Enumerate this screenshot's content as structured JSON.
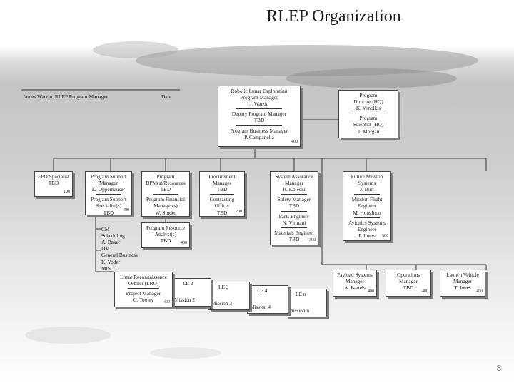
{
  "title": "RLEP Organization",
  "signature": {
    "name_label": "James Watzin, RLEP Program Manager",
    "date_label": "Date"
  },
  "top": {
    "lines": [
      "Robotic Lunar Exploration",
      "Program Manager",
      "J. Watzin"
    ],
    "deputy": [
      "Deputy Program Manager",
      "TBD"
    ],
    "business": [
      "Program Business Manager",
      "P. Campanella"
    ],
    "code": "400"
  },
  "hq": {
    "director": [
      "Program",
      "Director (HQ)",
      "K. Venolkis"
    ],
    "scientist": [
      "Program",
      "Scientist (HQ)",
      "T. Morgan"
    ]
  },
  "epo": {
    "lines": [
      "EPO Specialist",
      "TBD"
    ],
    "code": "100"
  },
  "support": {
    "mgr": [
      "Program Support",
      "Manager",
      "K. Opperhauser"
    ],
    "spec": [
      "Program Support",
      "Specialist(s)",
      "TBD"
    ],
    "code": "400"
  },
  "support_list": [
    "CM",
    "Scheduling",
    "A. Baker",
    "DM",
    "General Business",
    "K. Yoder",
    "MIS"
  ],
  "dpm": {
    "lines": [
      "Program",
      "DPM(s)/Resources",
      "TBD"
    ],
    "pfm": [
      "Program Financial",
      "Manager(s)",
      "W. Sluder"
    ]
  },
  "analyst": {
    "lines": [
      "Program Resource",
      "Analyst(s)",
      "TBD"
    ],
    "code": "400"
  },
  "procurement": {
    "lines": [
      "Procurement",
      "Manager",
      "TBD"
    ],
    "officer": [
      "Contracting",
      "Officer",
      "TBD"
    ],
    "code": "200"
  },
  "assurance": {
    "lines": [
      "System Assurance",
      "Manager",
      "R. Kolecki"
    ],
    "safety": [
      "Safety Manager",
      "TBD"
    ],
    "parts": [
      "Parts Engineer",
      "N. Virmani"
    ],
    "materials": [
      "Materials Engineer",
      "TBD"
    ],
    "code": "300"
  },
  "future": {
    "lines": [
      "Future Mission",
      "Systems",
      "J. Burt"
    ],
    "flight": [
      "Mission Flight",
      "Engineer",
      "M. Houghton"
    ],
    "avionics": [
      "Avionics Systems",
      "Engineer",
      "P. Luers"
    ],
    "code": "500"
  },
  "lro": {
    "lines": [
      "Lunar Reconnaissance",
      "Orbiter (LRO)"
    ],
    "pm": [
      "Project Manager",
      "C. Tooley"
    ],
    "code": "400"
  },
  "missions": [
    {
      "le": "LE 2",
      "name": "Mission 2"
    },
    {
      "le": "LE 3",
      "name": "Mission 3"
    },
    {
      "le": "LE 4",
      "name": "Mission 4"
    },
    {
      "le": "LE n",
      "name": "Mission n"
    }
  ],
  "payload": {
    "lines": [
      "Payload Systems",
      "Manager",
      "A. Bartels"
    ],
    "code": "400"
  },
  "ops": {
    "lines": [
      "Operations",
      "Manager",
      "TBD"
    ],
    "code": "400"
  },
  "lv": {
    "lines": [
      "Launch Vehicle",
      "Manager",
      "T. Jones"
    ],
    "code": "400"
  },
  "page_number": "8"
}
